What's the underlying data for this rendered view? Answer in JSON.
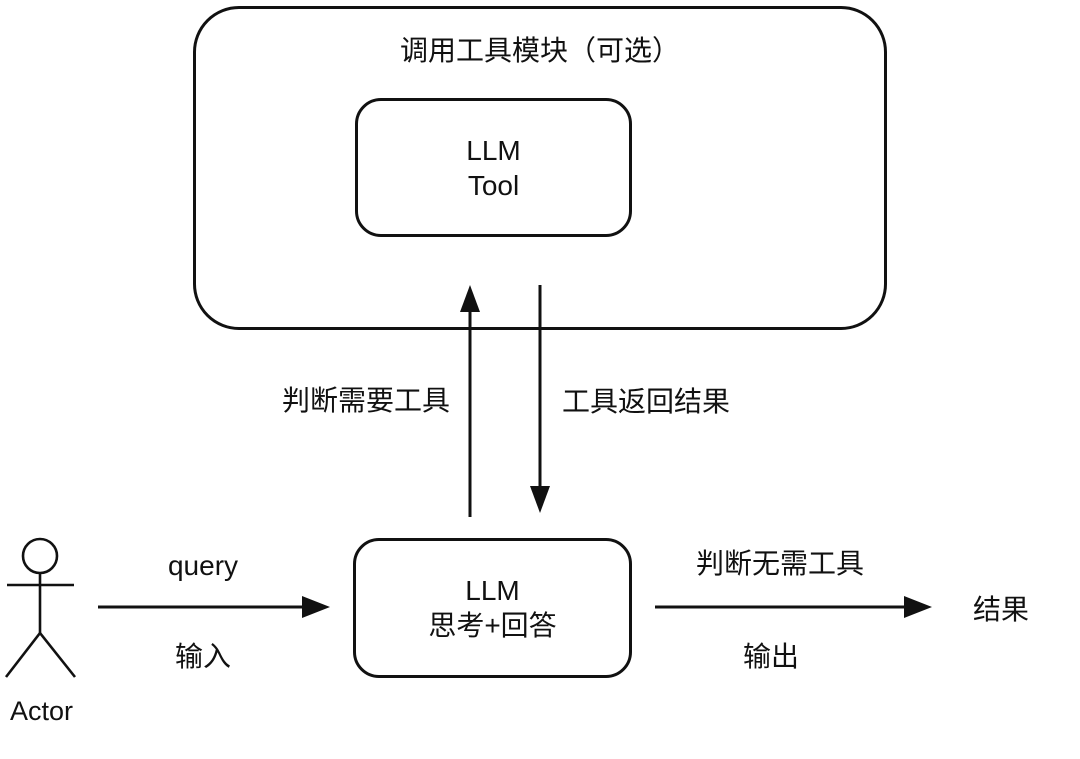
{
  "colors": {
    "background": "#ffffff",
    "stroke": "#111111",
    "text": "#111111"
  },
  "diagram": {
    "tool_module": {
      "title": "调用工具模块（可选）",
      "inner_box": {
        "line1": "LLM",
        "line2": "Tool"
      }
    },
    "llm_box": {
      "line1": "LLM",
      "line2": "思考+回答"
    },
    "actor": {
      "label": "Actor"
    },
    "result_label": "结果",
    "arrows": {
      "needs_tool": {
        "label": "判断需要工具",
        "direction": "up"
      },
      "tool_result": {
        "label": "工具返回结果",
        "direction": "down"
      },
      "input": {
        "label_top": "query",
        "label_bottom": "输入",
        "direction": "right"
      },
      "output": {
        "label_top": "判断无需工具",
        "label_bottom": "输出",
        "direction": "right"
      }
    }
  }
}
